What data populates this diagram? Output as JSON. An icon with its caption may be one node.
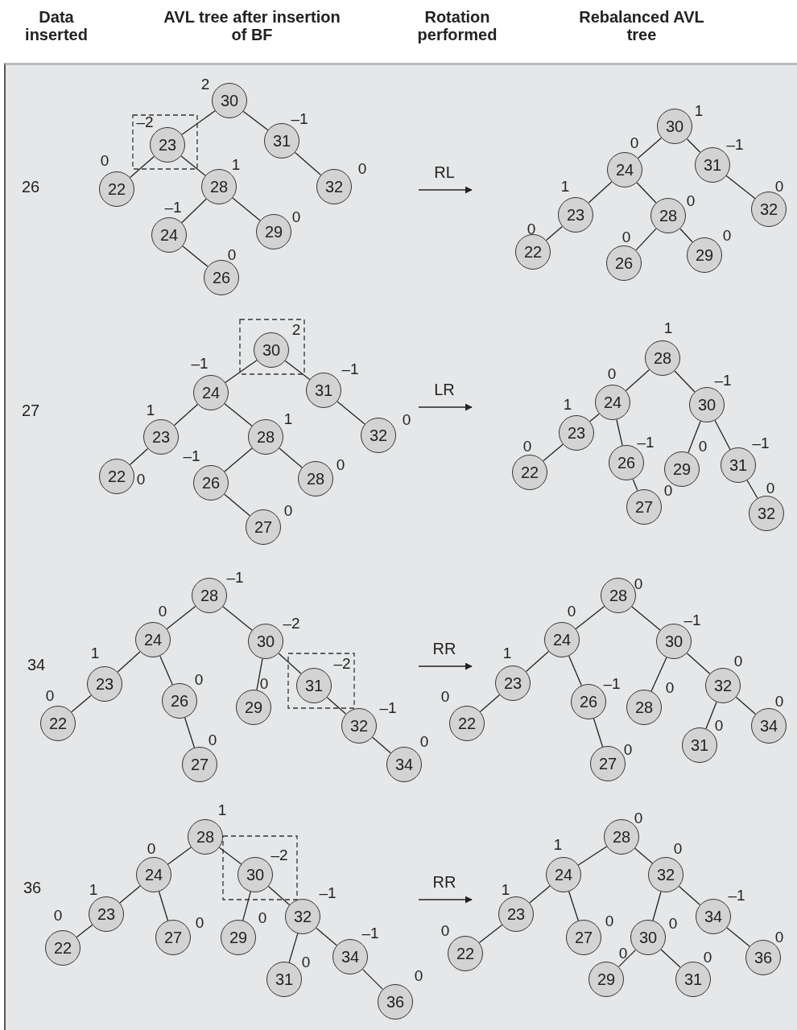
{
  "diagram": {
    "nodes": [
      {
        "text": [
          "30"
        ],
        "beside": [
          "2"
        ]
      },
      {
        "text": [
          "23"
        ],
        "beside": [
          "–2"
        ]
      },
      {
        "text": [
          "31"
        ],
        "beside": [
          "–1"
        ]
      },
      {
        "text": [
          "22"
        ],
        "beside": [
          "0"
        ]
      },
      {
        "text": [
          "28"
        ],
        "beside": [
          "1"
        ]
      },
      {
        "text": [
          "32"
        ],
        "beside": [
          "0"
        ]
      },
      {
        "text": [
          "24"
        ],
        "beside": [
          "–1"
        ]
      },
      {
        "text": [
          "29"
        ],
        "beside": [
          "0"
        ]
      },
      {
        "text": [
          "26"
        ],
        "beside": [
          "0"
        ]
      },
      {
        "text": [
          "30"
        ],
        "beside": [
          "1"
        ]
      },
      {
        "text": [
          "24"
        ],
        "beside": [
          "0"
        ]
      },
      {
        "text": [
          "31"
        ],
        "beside": [
          "–1"
        ]
      },
      {
        "text": [
          "23"
        ],
        "beside": [
          "1"
        ]
      },
      {
        "text": [
          "28"
        ],
        "beside": [
          "0"
        ]
      },
      {
        "text": [
          "32"
        ],
        "beside": [
          "0"
        ]
      },
      {
        "text": [
          "22"
        ],
        "beside": [
          "0"
        ]
      },
      {
        "text": [
          "26"
        ],
        "beside": [
          "0"
        ]
      },
      {
        "text": [
          "29"
        ],
        "beside": [
          "0"
        ]
      },
      {
        "text": [
          "30"
        ],
        "beside": [
          "2"
        ]
      },
      {
        "text": [
          "24"
        ],
        "beside": [
          "–1"
        ]
      },
      {
        "text": [
          "31"
        ],
        "beside": [
          "–1"
        ]
      },
      {
        "text": [
          "23"
        ],
        "beside": [
          "1"
        ]
      },
      {
        "text": [
          "28"
        ],
        "beside": [
          "1"
        ]
      },
      {
        "text": [
          "32"
        ],
        "beside": [
          "0"
        ]
      },
      {
        "text": [
          "22"
        ],
        "beside": [
          "0"
        ]
      },
      {
        "text": [
          "26"
        ],
        "beside": [
          "–1"
        ]
      },
      {
        "text": [
          "28"
        ],
        "beside": [
          "0"
        ]
      },
      {
        "text": [
          "27"
        ],
        "beside": [
          "0"
        ]
      },
      {
        "text": [
          "28"
        ],
        "beside": [
          "1"
        ]
      },
      {
        "text": [
          "24"
        ],
        "beside": [
          "0"
        ]
      },
      {
        "text": [
          "30"
        ],
        "beside": [
          "–1"
        ]
      },
      {
        "text": [
          "23"
        ],
        "beside": [
          "1"
        ]
      },
      {
        "text": [
          "26"
        ],
        "beside": [
          "–1"
        ]
      },
      {
        "text": [
          "29"
        ],
        "beside": [
          "0"
        ]
      },
      {
        "text": [
          "31"
        ],
        "beside": [
          "–1"
        ]
      },
      {
        "text": [
          "22"
        ],
        "beside": [
          "0"
        ]
      },
      {
        "text": [
          "27"
        ],
        "beside": [
          "0"
        ]
      },
      {
        "text": [
          "32"
        ],
        "beside": [
          "0"
        ]
      },
      {
        "text": [
          "28"
        ],
        "beside": [
          "–1"
        ]
      },
      {
        "text": [
          "24"
        ],
        "beside": [
          "0"
        ]
      },
      {
        "text": [
          "30"
        ],
        "beside": [
          "–2"
        ]
      },
      {
        "text": [
          "23"
        ],
        "beside": [
          "1"
        ]
      },
      {
        "text": [
          "26"
        ],
        "beside": [
          "0"
        ]
      },
      {
        "text": [
          "29"
        ],
        "beside": [
          "0"
        ]
      },
      {
        "text": [
          "31"
        ],
        "beside": [
          "–2"
        ]
      },
      {
        "text": [
          "22"
        ],
        "beside": [
          "0"
        ]
      },
      {
        "text": [
          "32"
        ],
        "beside": [
          "–1"
        ]
      },
      {
        "text": [
          "27"
        ],
        "beside": [
          "0"
        ]
      },
      {
        "text": [
          "34"
        ],
        "beside": [
          "0"
        ]
      },
      {
        "text": [
          "28"
        ],
        "beside": [
          "0"
        ]
      },
      {
        "text": [
          "24"
        ],
        "beside": [
          "0"
        ]
      },
      {
        "text": [
          "30"
        ],
        "beside": [
          "–1"
        ]
      },
      {
        "text": [
          "23"
        ],
        "beside": [
          "1"
        ]
      },
      {
        "text": [
          "26"
        ],
        "beside": [
          "–1"
        ]
      },
      {
        "text": [
          "28"
        ],
        "beside": [
          "0"
        ]
      },
      {
        "text": [
          "32"
        ],
        "beside": [
          "0"
        ]
      },
      {
        "text": [
          "22"
        ],
        "beside": [
          "0"
        ]
      },
      {
        "text": [
          "31"
        ],
        "beside": [
          "0"
        ]
      },
      {
        "text": [
          "34"
        ],
        "beside": [
          "0"
        ]
      },
      {
        "text": [
          "27"
        ],
        "beside": [
          "0"
        ]
      },
      {
        "text": [
          "28"
        ],
        "beside": [
          "1"
        ]
      },
      {
        "text": [
          "24"
        ],
        "beside": [
          "0"
        ]
      },
      {
        "text": [
          "30"
        ],
        "beside": [
          "–2"
        ]
      },
      {
        "text": [
          "23"
        ],
        "beside": [
          "1"
        ]
      },
      {
        "text": [
          "27"
        ],
        "beside": [
          "0"
        ]
      },
      {
        "text": [
          "29"
        ],
        "beside": [
          "0"
        ]
      },
      {
        "text": [
          "32"
        ],
        "beside": [
          "–1"
        ]
      },
      {
        "text": [
          "22"
        ],
        "beside": [
          "0"
        ]
      },
      {
        "text": [
          "31"
        ],
        "beside": [
          "0"
        ]
      },
      {
        "text": [
          "34"
        ],
        "beside": [
          "–1"
        ]
      },
      {
        "text": [
          "36"
        ],
        "beside": [
          "0"
        ]
      },
      {
        "text": [
          "28"
        ],
        "beside": [
          "0"
        ]
      },
      {
        "text": [
          "24"
        ],
        "beside": [
          "1"
        ]
      },
      {
        "text": [
          "32"
        ],
        "beside": [
          "0"
        ]
      },
      {
        "text": [
          "23"
        ],
        "beside": [
          "1"
        ]
      },
      {
        "text": [
          "27"
        ],
        "beside": [
          "0"
        ]
      },
      {
        "text": [
          "30"
        ],
        "beside": [
          "0"
        ]
      },
      {
        "text": [
          "34"
        ],
        "beside": [
          "–1"
        ]
      },
      {
        "text": [
          "22"
        ],
        "beside": [
          "0"
        ]
      },
      {
        "text": [
          "29"
        ],
        "beside": [
          "0"
        ]
      },
      {
        "text": [
          "31"
        ],
        "beside": [
          "0"
        ]
      },
      {
        "text": [
          "36"
        ],
        "beside": [
          "0"
        ]
      }
    ],
    "edges": [
      {
        "from": 0,
        "to": 1,
        "arrow": "none"
      },
      {
        "from": 0,
        "to": 2,
        "arrow": "none"
      },
      {
        "from": 1,
        "to": 3,
        "arrow": "none"
      },
      {
        "from": 1,
        "to": 4,
        "arrow": "none"
      },
      {
        "from": 2,
        "to": 5,
        "arrow": "none"
      },
      {
        "from": 4,
        "to": 6,
        "arrow": "none"
      },
      {
        "from": 4,
        "to": 7,
        "arrow": "none"
      },
      {
        "from": 6,
        "to": 8,
        "arrow": "none"
      },
      {
        "from": 9,
        "to": 10,
        "arrow": "none"
      },
      {
        "from": 9,
        "to": 11,
        "arrow": "none"
      },
      {
        "from": 10,
        "to": 12,
        "arrow": "none"
      },
      {
        "from": 10,
        "to": 13,
        "arrow": "none"
      },
      {
        "from": 11,
        "to": 14,
        "arrow": "none"
      },
      {
        "from": 12,
        "to": 15,
        "arrow": "none"
      },
      {
        "from": 13,
        "to": 16,
        "arrow": "none"
      },
      {
        "from": 13,
        "to": 17,
        "arrow": "none"
      },
      {
        "from": 18,
        "to": 19,
        "arrow": "none"
      },
      {
        "from": 18,
        "to": 20,
        "arrow": "none"
      },
      {
        "from": 19,
        "to": 21,
        "arrow": "none"
      },
      {
        "from": 19,
        "to": 22,
        "arrow": "none"
      },
      {
        "from": 20,
        "to": 23,
        "arrow": "none"
      },
      {
        "from": 21,
        "to": 24,
        "arrow": "none"
      },
      {
        "from": 22,
        "to": 25,
        "arrow": "none"
      },
      {
        "from": 22,
        "to": 26,
        "arrow": "none"
      },
      {
        "from": 25,
        "to": 27,
        "arrow": "none"
      },
      {
        "from": 28,
        "to": 29,
        "arrow": "none"
      },
      {
        "from": 28,
        "to": 30,
        "arrow": "none"
      },
      {
        "from": 29,
        "to": 31,
        "arrow": "none"
      },
      {
        "from": 29,
        "to": 32,
        "arrow": "none"
      },
      {
        "from": 30,
        "to": 33,
        "arrow": "none"
      },
      {
        "from": 30,
        "to": 34,
        "arrow": "none"
      },
      {
        "from": 31,
        "to": 35,
        "arrow": "none"
      },
      {
        "from": 32,
        "to": 36,
        "arrow": "none"
      },
      {
        "from": 34,
        "to": 37,
        "arrow": "none"
      },
      {
        "from": 38,
        "to": 39,
        "arrow": "none"
      },
      {
        "from": 38,
        "to": 40,
        "arrow": "none"
      },
      {
        "from": 39,
        "to": 41,
        "arrow": "none"
      },
      {
        "from": 39,
        "to": 42,
        "arrow": "none"
      },
      {
        "from": 40,
        "to": 43,
        "arrow": "none"
      },
      {
        "from": 40,
        "to": 44,
        "arrow": "none"
      },
      {
        "from": 41,
        "to": 45,
        "arrow": "none"
      },
      {
        "from": 42,
        "to": 47,
        "arrow": "none"
      },
      {
        "from": 44,
        "to": 46,
        "arrow": "none"
      },
      {
        "from": 46,
        "to": 48,
        "arrow": "none"
      },
      {
        "from": 49,
        "to": 50,
        "arrow": "none"
      },
      {
        "from": 49,
        "to": 51,
        "arrow": "none"
      },
      {
        "from": 50,
        "to": 52,
        "arrow": "none"
      },
      {
        "from": 50,
        "to": 53,
        "arrow": "none"
      },
      {
        "from": 51,
        "to": 54,
        "arrow": "none"
      },
      {
        "from": 51,
        "to": 55,
        "arrow": "none"
      },
      {
        "from": 52,
        "to": 56,
        "arrow": "none"
      },
      {
        "from": 53,
        "to": 59,
        "arrow": "none"
      },
      {
        "from": 55,
        "to": 57,
        "arrow": "none"
      },
      {
        "from": 55,
        "to": 58,
        "arrow": "none"
      },
      {
        "from": 60,
        "to": 61,
        "arrow": "none"
      },
      {
        "from": 60,
        "to": 62,
        "arrow": "none"
      },
      {
        "from": 61,
        "to": 63,
        "arrow": "none"
      },
      {
        "from": 61,
        "to": 64,
        "arrow": "none"
      },
      {
        "from": 62,
        "to": 65,
        "arrow": "none"
      },
      {
        "from": 62,
        "to": 66,
        "arrow": "none"
      },
      {
        "from": 63,
        "to": 67,
        "arrow": "none"
      },
      {
        "from": 66,
        "to": 68,
        "arrow": "none"
      },
      {
        "from": 66,
        "to": 69,
        "arrow": "none"
      },
      {
        "from": 69,
        "to": 70,
        "arrow": "none"
      },
      {
        "from": 71,
        "to": 72,
        "arrow": "none"
      },
      {
        "from": 71,
        "to": 73,
        "arrow": "none"
      },
      {
        "from": 72,
        "to": 74,
        "arrow": "none"
      },
      {
        "from": 72,
        "to": 75,
        "arrow": "none"
      },
      {
        "from": 73,
        "to": 76,
        "arrow": "none"
      },
      {
        "from": 73,
        "to": 77,
        "arrow": "none"
      },
      {
        "from": 74,
        "to": 78,
        "arrow": "none"
      },
      {
        "from": 76,
        "to": 79,
        "arrow": "none"
      },
      {
        "from": 76,
        "to": 80,
        "arrow": "none"
      },
      {
        "from": 77,
        "to": 81,
        "arrow": "none"
      }
    ],
    "labels": [
      "Data inserted",
      "AVL tree after insertion of BF",
      "Rotation performed",
      "Rebalanced AVL tree",
      "26",
      "RL",
      "27",
      "LR",
      "34",
      "RR",
      "36",
      "RR"
    ]
  }
}
